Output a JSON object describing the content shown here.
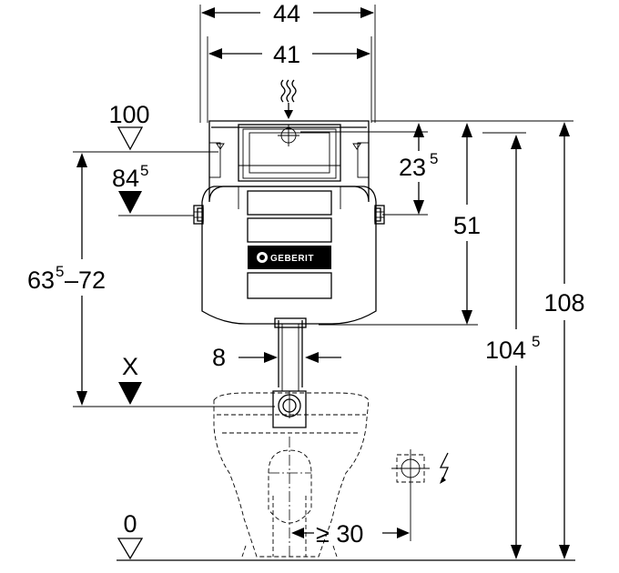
{
  "dimensions": {
    "width_outer": "44",
    "width_frame": "41",
    "level_100": "100",
    "level_84_main": "84",
    "level_84_sup": "5",
    "range_main": "63",
    "range_sup": "5",
    "range_rest": "–72",
    "cistern_23_main": "23",
    "cistern_23_sup": "5",
    "height_51": "51",
    "height_108": "108",
    "height_104_main": "104",
    "height_104_sup": "5",
    "pipe_8": "8",
    "level_x": "X",
    "level_0": "0",
    "distance_30": "≥ 30"
  },
  "brand": {
    "logo_text": "GEBERIT"
  },
  "icons": {
    "flush_water": "water-waves-icon",
    "electric": "lightning-bolt-icon",
    "socket": "electrical-socket-icon"
  }
}
